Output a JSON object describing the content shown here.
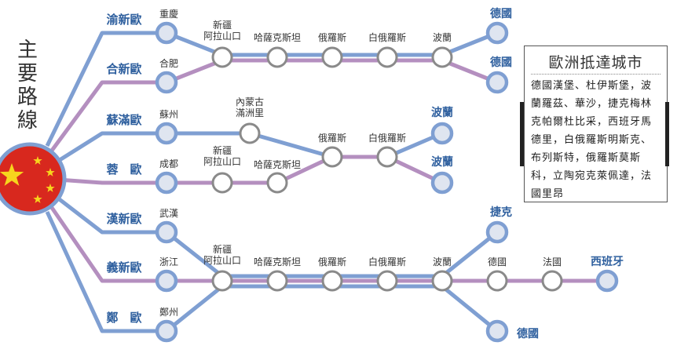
{
  "title": "主要路線",
  "colors": {
    "blue": "#7f9fd2",
    "purple": "#b48fbf",
    "label": "#2e5f9e",
    "flag": "#d8281e",
    "star": "#f7d51d"
  },
  "routes": [
    "渝新歐",
    "合新歐",
    "蘇滿歐",
    "蓉　歐",
    "漢新歐",
    "義新歐",
    "鄭　歐"
  ],
  "origins": [
    "重慶",
    "合肥",
    "蘇州",
    "成都",
    "武漢",
    "浙江",
    "鄭州"
  ],
  "top_line": {
    "nodes": [
      "新疆\n阿拉山口",
      "哈薩克斯坦",
      "俄羅斯",
      "白俄羅斯",
      "波蘭"
    ],
    "dest1": "德國",
    "dest2": "德國"
  },
  "mid_line": {
    "manzhouli": "內蒙古\n滿洲里",
    "xinjiang": "新疆\n阿拉山口",
    "kazakh": "哈薩克斯坦",
    "russia": "俄羅斯",
    "belarus": "白俄羅斯",
    "dest1": "波蘭",
    "dest2": "波蘭"
  },
  "bottom_line": {
    "nodes": [
      "新疆\n阿拉山口",
      "哈薩克斯坦",
      "俄羅斯",
      "白俄羅斯",
      "波蘭"
    ],
    "czech": "捷克",
    "germany": "德國",
    "france": "法國",
    "spain": "西班牙",
    "dest_germany": "德國"
  },
  "box": {
    "title": "歐洲抵達城市",
    "text": "德國漢堡、杜伊斯堡，波蘭羅茲、華沙，捷克梅林克帕爾杜比采，西班牙馬德里，白俄羅斯明斯克、布列斯特，俄羅斯莫斯科，立陶宛克萊佩達，法國里昂"
  }
}
